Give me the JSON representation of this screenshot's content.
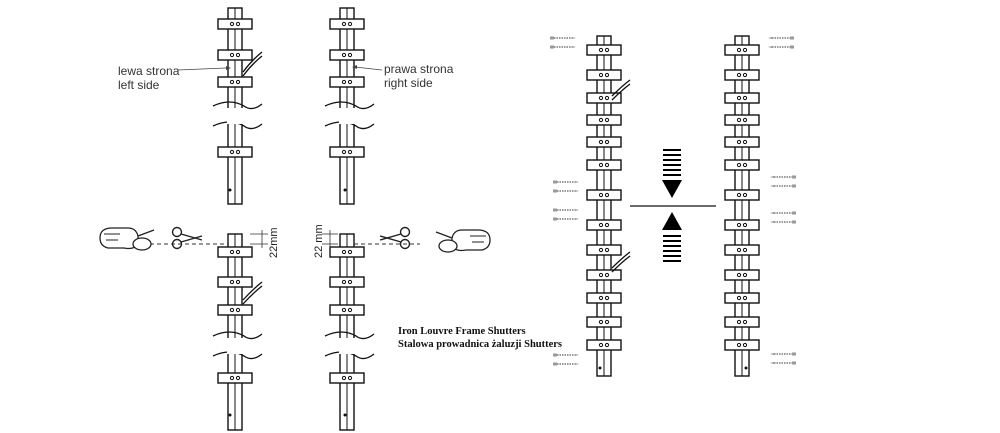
{
  "labels": {
    "left_pl": "lewa strona",
    "left_en": "left side",
    "right_pl": "prawa strona",
    "right_en": "right side",
    "cut_left": "22mm",
    "cut_right": "22 mm"
  },
  "title": {
    "line1": "Iron Louvre Frame Shutters",
    "line2": "Stalowa prowadnica żaluzji Shutters"
  },
  "colors": {
    "stroke": "#111111",
    "screw": "#9a9a9a",
    "arrow": "#000000"
  },
  "icons": [
    "angle-grinder-icon",
    "scissors-icon",
    "screw-icon",
    "compress-arrows-icon"
  ]
}
